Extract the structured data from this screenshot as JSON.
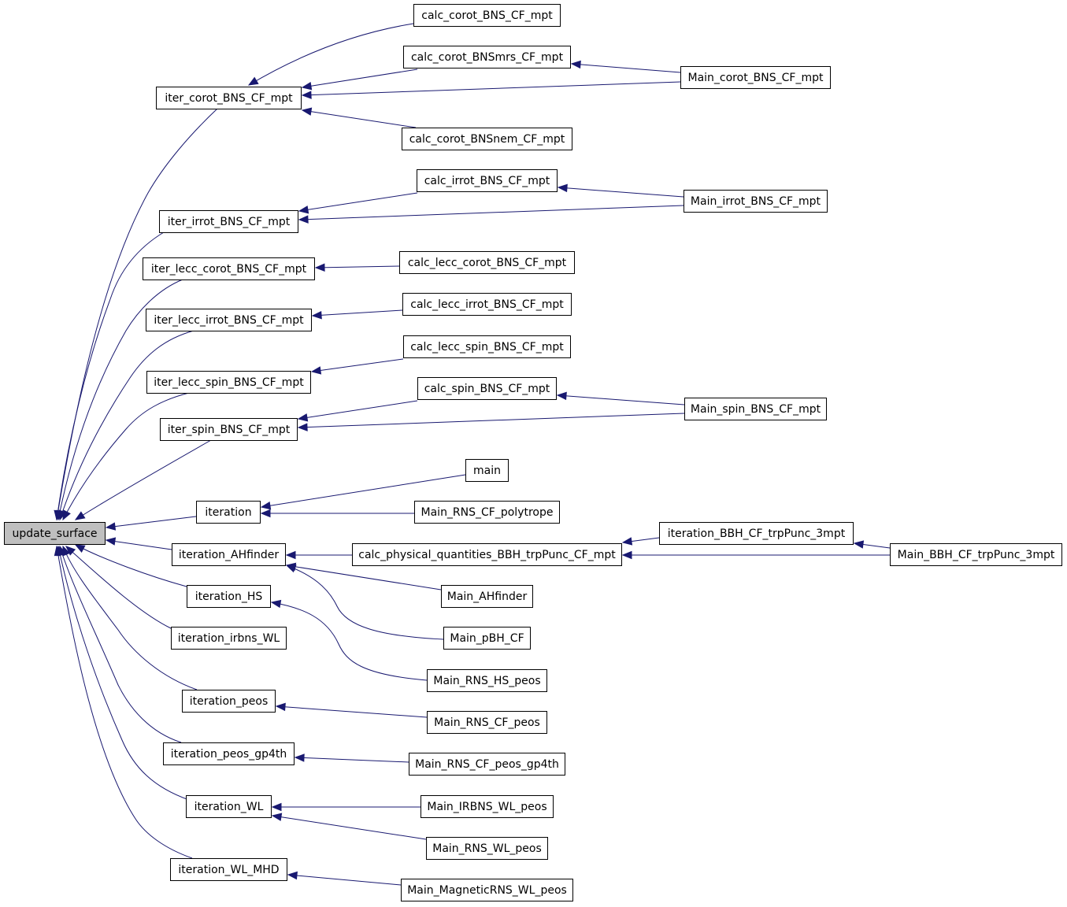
{
  "graph": {
    "root": "update_surface",
    "nodes": {
      "update_surface": "update_surface",
      "iter_corot_BNS_CF_mpt": "iter_corot_BNS_CF_mpt",
      "iter_irrot_BNS_CF_mpt": "iter_irrot_BNS_CF_mpt",
      "iter_lecc_corot_BNS_CF_mpt": "iter_lecc_corot_BNS_CF_mpt",
      "iter_lecc_irrot_BNS_CF_mpt": "iter_lecc_irrot_BNS_CF_mpt",
      "iter_lecc_spin_BNS_CF_mpt": "iter_lecc_spin_BNS_CF_mpt",
      "iter_spin_BNS_CF_mpt": "iter_spin_BNS_CF_mpt",
      "iteration": "iteration",
      "iteration_AHfinder": "iteration_AHfinder",
      "iteration_HS": "iteration_HS",
      "iteration_irbns_WL": "iteration_irbns_WL",
      "iteration_peos": "iteration_peos",
      "iteration_peos_gp4th": "iteration_peos_gp4th",
      "iteration_WL": "iteration_WL",
      "iteration_WL_MHD": "iteration_WL_MHD",
      "calc_corot_BNS_CF_mpt": "calc_corot_BNS_CF_mpt",
      "calc_corot_BNSmrs_CF_mpt": "calc_corot_BNSmrs_CF_mpt",
      "calc_corot_BNSnem_CF_mpt": "calc_corot_BNSnem_CF_mpt",
      "calc_irrot_BNS_CF_mpt": "calc_irrot_BNS_CF_mpt",
      "calc_lecc_corot_BNS_CF_mpt": "calc_lecc_corot_BNS_CF_mpt",
      "calc_lecc_irrot_BNS_CF_mpt": "calc_lecc_irrot_BNS_CF_mpt",
      "calc_lecc_spin_BNS_CF_mpt": "calc_lecc_spin_BNS_CF_mpt",
      "calc_spin_BNS_CF_mpt": "calc_spin_BNS_CF_mpt",
      "main": "main",
      "Main_RNS_CF_polytrope": "Main_RNS_CF_polytrope",
      "calc_physical_quantities_BBH_trpPunc_CF_mpt": "calc_physical_quantities_BBH_trpPunc_CF_mpt",
      "Main_AHfinder": "Main_AHfinder",
      "Main_pBH_CF": "Main_pBH_CF",
      "Main_RNS_HS_peos": "Main_RNS_HS_peos",
      "Main_RNS_CF_peos": "Main_RNS_CF_peos",
      "Main_RNS_CF_peos_gp4th": "Main_RNS_CF_peos_gp4th",
      "Main_IRBNS_WL_peos": "Main_IRBNS_WL_peos",
      "Main_RNS_WL_peos": "Main_RNS_WL_peos",
      "Main_MagneticRNS_WL_peos": "Main_MagneticRNS_WL_peos",
      "Main_corot_BNS_CF_mpt": "Main_corot_BNS_CF_mpt",
      "Main_irrot_BNS_CF_mpt": "Main_irrot_BNS_CF_mpt",
      "Main_spin_BNS_CF_mpt": "Main_spin_BNS_CF_mpt",
      "iteration_BBH_CF_trpPunc_3mpt": "iteration_BBH_CF_trpPunc_3mpt",
      "Main_BBH_CF_trpPunc_3mpt": "Main_BBH_CF_trpPunc_3mpt"
    },
    "edges": [
      [
        "iter_corot_BNS_CF_mpt",
        "update_surface"
      ],
      [
        "iter_irrot_BNS_CF_mpt",
        "update_surface"
      ],
      [
        "iter_lecc_corot_BNS_CF_mpt",
        "update_surface"
      ],
      [
        "iter_lecc_irrot_BNS_CF_mpt",
        "update_surface"
      ],
      [
        "iter_lecc_spin_BNS_CF_mpt",
        "update_surface"
      ],
      [
        "iter_spin_BNS_CF_mpt",
        "update_surface"
      ],
      [
        "iteration",
        "update_surface"
      ],
      [
        "iteration_AHfinder",
        "update_surface"
      ],
      [
        "iteration_HS",
        "update_surface"
      ],
      [
        "iteration_irbns_WL",
        "update_surface"
      ],
      [
        "iteration_peos",
        "update_surface"
      ],
      [
        "iteration_peos_gp4th",
        "update_surface"
      ],
      [
        "iteration_WL",
        "update_surface"
      ],
      [
        "iteration_WL_MHD",
        "update_surface"
      ],
      [
        "calc_corot_BNS_CF_mpt",
        "iter_corot_BNS_CF_mpt"
      ],
      [
        "calc_corot_BNSmrs_CF_mpt",
        "iter_corot_BNS_CF_mpt"
      ],
      [
        "Main_corot_BNS_CF_mpt",
        "iter_corot_BNS_CF_mpt"
      ],
      [
        "calc_corot_BNSnem_CF_mpt",
        "iter_corot_BNS_CF_mpt"
      ],
      [
        "Main_corot_BNS_CF_mpt",
        "calc_corot_BNSmrs_CF_mpt"
      ],
      [
        "calc_irrot_BNS_CF_mpt",
        "iter_irrot_BNS_CF_mpt"
      ],
      [
        "Main_irrot_BNS_CF_mpt",
        "iter_irrot_BNS_CF_mpt"
      ],
      [
        "Main_irrot_BNS_CF_mpt",
        "calc_irrot_BNS_CF_mpt"
      ],
      [
        "calc_lecc_corot_BNS_CF_mpt",
        "iter_lecc_corot_BNS_CF_mpt"
      ],
      [
        "calc_lecc_irrot_BNS_CF_mpt",
        "iter_lecc_irrot_BNS_CF_mpt"
      ],
      [
        "calc_lecc_spin_BNS_CF_mpt",
        "iter_lecc_spin_BNS_CF_mpt"
      ],
      [
        "calc_spin_BNS_CF_mpt",
        "iter_spin_BNS_CF_mpt"
      ],
      [
        "Main_spin_BNS_CF_mpt",
        "iter_spin_BNS_CF_mpt"
      ],
      [
        "Main_spin_BNS_CF_mpt",
        "calc_spin_BNS_CF_mpt"
      ],
      [
        "main",
        "iteration"
      ],
      [
        "Main_RNS_CF_polytrope",
        "iteration"
      ],
      [
        "calc_physical_quantities_BBH_trpPunc_CF_mpt",
        "iteration_AHfinder"
      ],
      [
        "Main_AHfinder",
        "iteration_AHfinder"
      ],
      [
        "Main_pBH_CF",
        "iteration_AHfinder"
      ],
      [
        "iteration_BBH_CF_trpPunc_3mpt",
        "calc_physical_quantities_BBH_trpPunc_CF_mpt"
      ],
      [
        "Main_BBH_CF_trpPunc_3mpt",
        "calc_physical_quantities_BBH_trpPunc_CF_mpt"
      ],
      [
        "Main_BBH_CF_trpPunc_3mpt",
        "iteration_BBH_CF_trpPunc_3mpt"
      ],
      [
        "Main_RNS_HS_peos",
        "iteration_HS"
      ],
      [
        "Main_RNS_CF_peos",
        "iteration_peos"
      ],
      [
        "Main_RNS_CF_peos_gp4th",
        "iteration_peos_gp4th"
      ],
      [
        "Main_IRBNS_WL_peos",
        "iteration_WL"
      ],
      [
        "Main_RNS_WL_peos",
        "iteration_WL"
      ],
      [
        "Main_MagneticRNS_WL_peos",
        "iteration_WL_MHD"
      ]
    ]
  }
}
